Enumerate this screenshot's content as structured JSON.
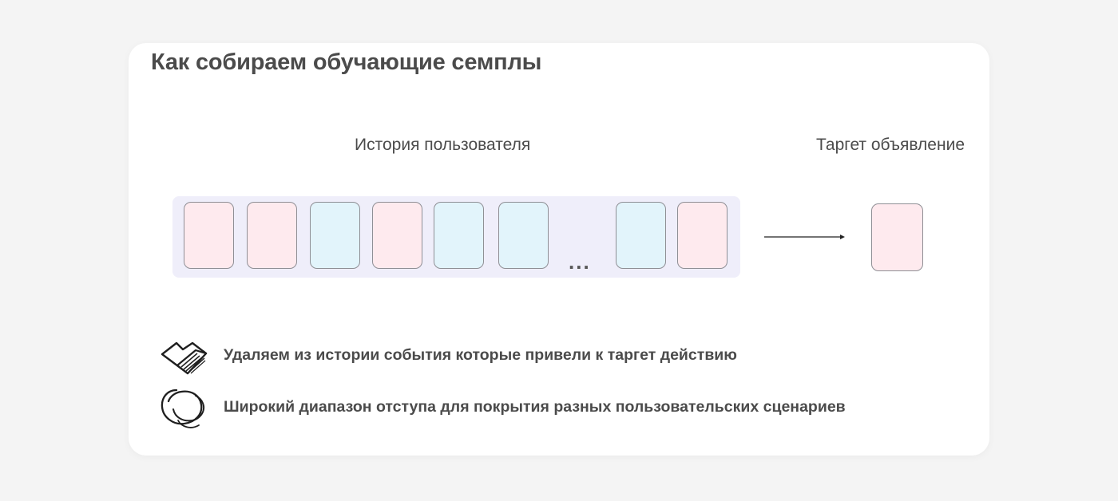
{
  "title": "Как собираем обучающие семплы",
  "diagram": {
    "history_label": "История пользователя",
    "target_label": "Таргет объявление",
    "ellipsis": "...",
    "history_events": [
      "pink",
      "pink",
      "blue",
      "pink",
      "blue",
      "blue",
      "blue",
      "pink"
    ],
    "target_event": "pink",
    "colors": {
      "pink": "#feeaee",
      "blue": "#e2f4fb",
      "track": "#efeefa"
    }
  },
  "bullets": [
    {
      "icon": "eraser-icon",
      "text": "Удаляем из истории события которые привели к таргет действию"
    },
    {
      "icon": "scribble-circle-icon",
      "text": "Широкий диапазон отступа для покрытия разных пользовательских сценариев"
    }
  ]
}
